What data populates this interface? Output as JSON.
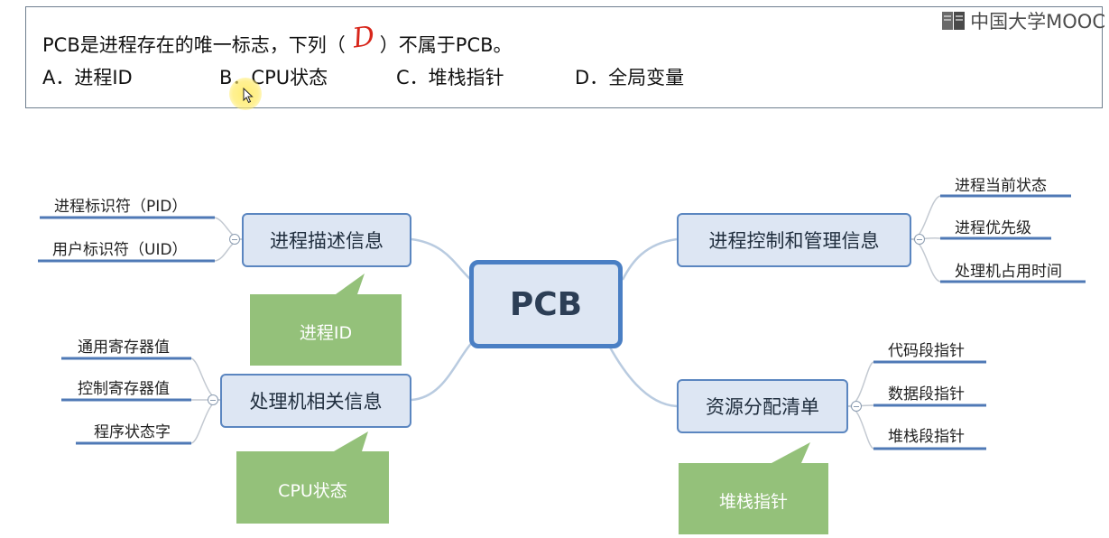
{
  "question": {
    "text_before": "PCB是进程存在的唯一标志，下列（",
    "answer_mark": "D",
    "text_after": "）不属于PCB。",
    "options": [
      "A．进程ID",
      "B．CPU状态",
      "C．堆栈指针",
      "D．全局变量"
    ]
  },
  "watermark": "中国大学MOOC",
  "mindmap": {
    "root": "PCB",
    "branches": {
      "process_description": {
        "label": "进程描述信息",
        "items": [
          "进程标识符（PID）",
          "用户标识符（UID）"
        ],
        "callout": "进程ID"
      },
      "processor_info": {
        "label": "处理机相关信息",
        "items": [
          "通用寄存器值",
          "控制寄存器值",
          "程序状态字"
        ],
        "callout": "CPU状态"
      },
      "process_control": {
        "label": "进程控制和管理信息",
        "items": [
          "进程当前状态",
          "进程优先级",
          "处理机占用时间"
        ]
      },
      "resource_list": {
        "label": "资源分配清单",
        "items": [
          "代码段指针",
          "数据段指针",
          "堆栈段指针"
        ],
        "callout": "堆栈指针"
      }
    }
  },
  "colors": {
    "node_fill": "#dde6f3",
    "node_border": "#5b86c0",
    "underline": "#4f79b6",
    "callout_fill": "#94c17a",
    "answer_mark": "#d8261b"
  }
}
